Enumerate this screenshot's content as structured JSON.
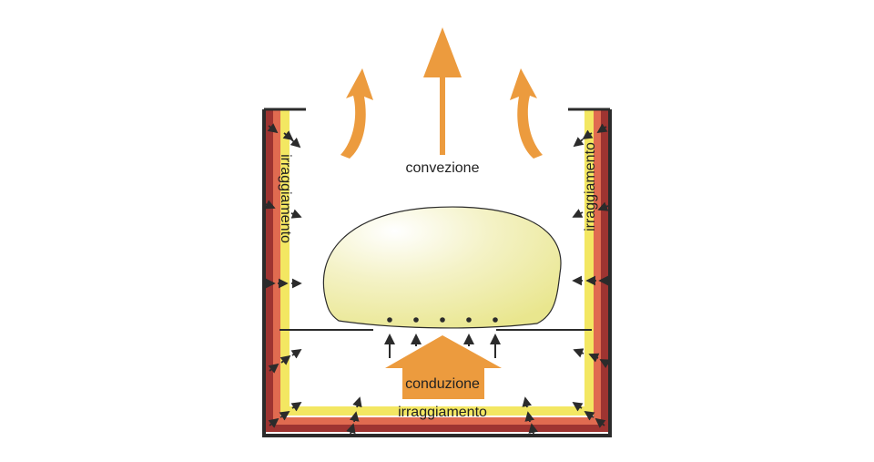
{
  "labels": {
    "convection": "convezione",
    "conduction": "conduzione",
    "radiation_bottom": "irraggiamento",
    "radiation_left": "irraggiamento",
    "radiation_right": "irraggiamento"
  },
  "colors": {
    "outer_wall": "#2b2b2b",
    "layer_dark_red": "#9e3431",
    "layer_red": "#e06b50",
    "layer_yellow": "#f3e762",
    "heat_arrow": "#ec9b3e",
    "bread_fill": "#f2f0c2",
    "small_arrow": "#2b2b2b"
  }
}
